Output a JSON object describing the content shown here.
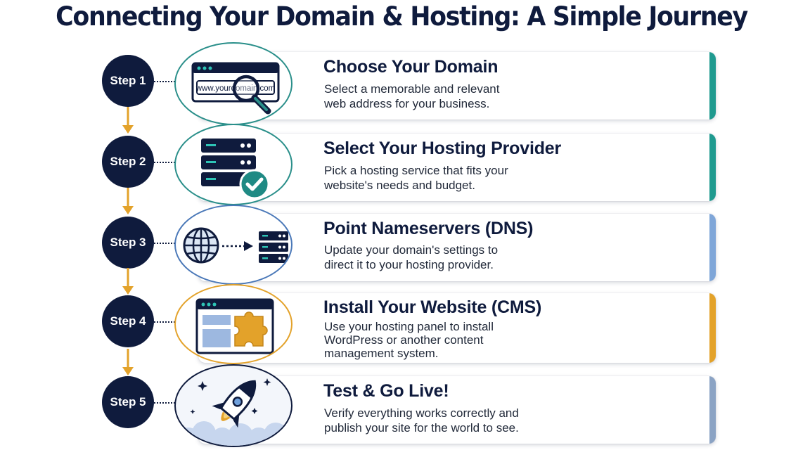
{
  "title": "Connecting Your Domain & Hosting: A Simple Journey",
  "colors": {
    "navy": "#0f1b3d",
    "teal": "#1f9a8f",
    "blue": "#7fa6d8",
    "gold": "#e3a22a",
    "slate": "#8ba3c4"
  },
  "steps": [
    {
      "badge": "Step 1",
      "title": "Choose Your Domain",
      "description": "Select a memorable and relevant\nweb address for your business.",
      "icon": "magnifier-domain-icon",
      "url_text": "www.yourdomain.com"
    },
    {
      "badge": "Step 2",
      "title": "Select Your Hosting Provider",
      "description": "Pick a hosting service that fits your\nwebsite's needs and budget.",
      "icon": "server-check-icon"
    },
    {
      "badge": "Step 3",
      "title": "Point Nameservers (DNS)",
      "description": "Update your domain's settings to\ndirect it to your hosting provider.",
      "icon": "globe-to-server-icon"
    },
    {
      "badge": "Step 4",
      "title": "Install Your Website (CMS)",
      "description": "Use your hosting panel to install\nWordPress or another content\nmanagement system.",
      "icon": "browser-puzzle-icon"
    },
    {
      "badge": "Step 5",
      "title": "Test & Go Live!",
      "description": "Verify everything works correctly and\npublish your site for the world to see.",
      "icon": "rocket-launch-icon"
    }
  ]
}
